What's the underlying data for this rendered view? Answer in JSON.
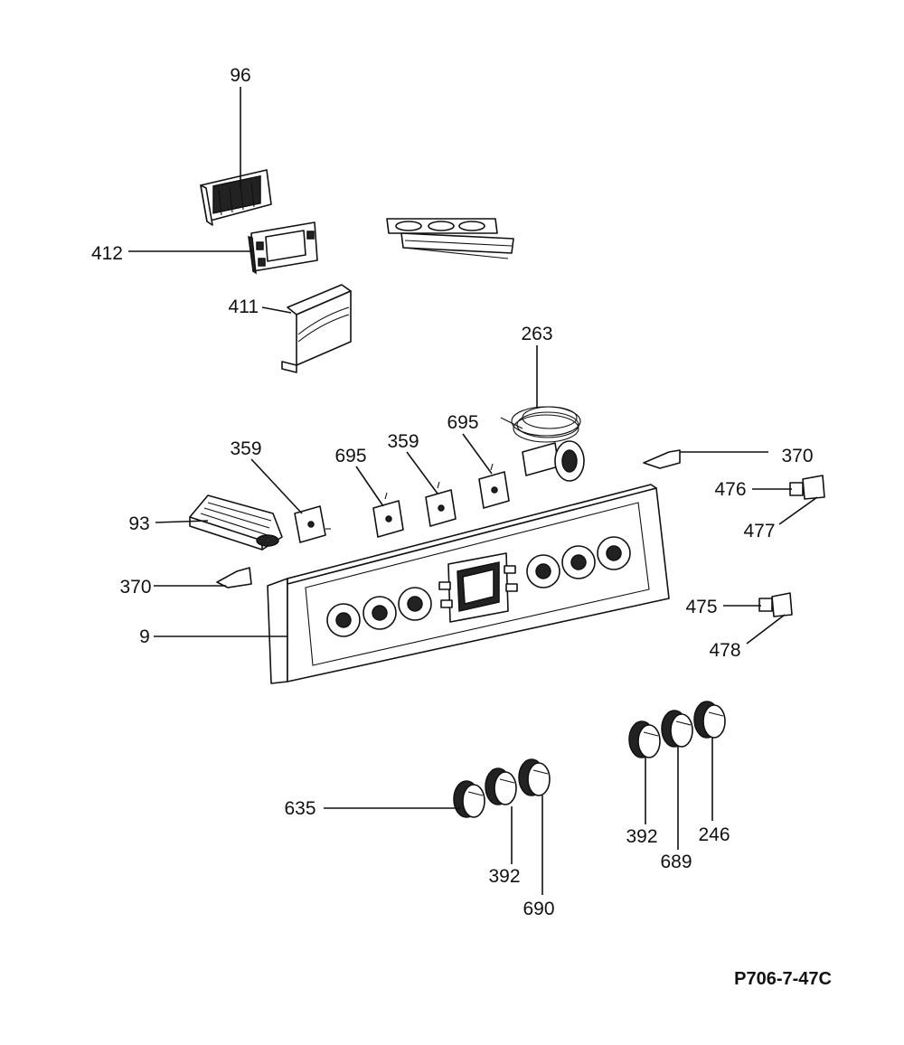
{
  "drawing_code": "P706-7-47C",
  "callouts": {
    "c96": "96",
    "c412": "412",
    "c411": "411",
    "c263": "263",
    "c359a": "359",
    "c695a": "695",
    "c359b": "359",
    "c695b": "695",
    "c370a": "370",
    "c476": "476",
    "c477": "477",
    "c93": "93",
    "c370b": "370",
    "c9": "9",
    "c475": "475",
    "c478": "478",
    "c635": "635",
    "c392a": "392",
    "c690": "690",
    "c392b": "392",
    "c689": "689",
    "c246": "246"
  }
}
